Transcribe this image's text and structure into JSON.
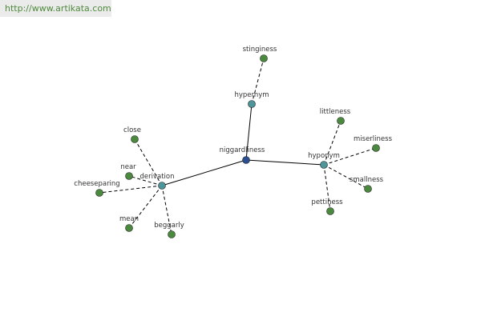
{
  "url_banner": {
    "text": "http://www.artikata.com"
  },
  "colors": {
    "root_node": "#2a4f91",
    "relation_node": "#4e9499",
    "leaf_node": "#4b8a3e",
    "solid_edge": "#000000",
    "dashed_edge": "#000000",
    "banner_text": "#4e8a3c",
    "banner_bg": "#ebebeb"
  },
  "graph": {
    "root": {
      "id": "niggardliness",
      "label": "niggardliness",
      "kind": "root"
    },
    "relations": [
      {
        "id": "hypernym",
        "label": "hypernym",
        "kind": "relation"
      },
      {
        "id": "hyponym",
        "label": "hyponym",
        "kind": "relation"
      },
      {
        "id": "derivation",
        "label": "derivation",
        "kind": "relation"
      }
    ],
    "leaves": [
      {
        "id": "stinginess",
        "label": "stinginess",
        "parent": "hypernym"
      },
      {
        "id": "littleness",
        "label": "littleness",
        "parent": "hyponym"
      },
      {
        "id": "miserliness",
        "label": "miserliness",
        "parent": "hyponym"
      },
      {
        "id": "smallness",
        "label": "smallness",
        "parent": "hyponym"
      },
      {
        "id": "pettiness",
        "label": "pettiness",
        "parent": "hyponym"
      },
      {
        "id": "close",
        "label": "close",
        "parent": "derivation"
      },
      {
        "id": "near",
        "label": "near",
        "parent": "derivation"
      },
      {
        "id": "cheeseparing",
        "label": "cheeseparing",
        "parent": "derivation"
      },
      {
        "id": "mean",
        "label": "mean",
        "parent": "derivation"
      },
      {
        "id": "beggarly",
        "label": "beggarly",
        "parent": "derivation"
      }
    ]
  }
}
